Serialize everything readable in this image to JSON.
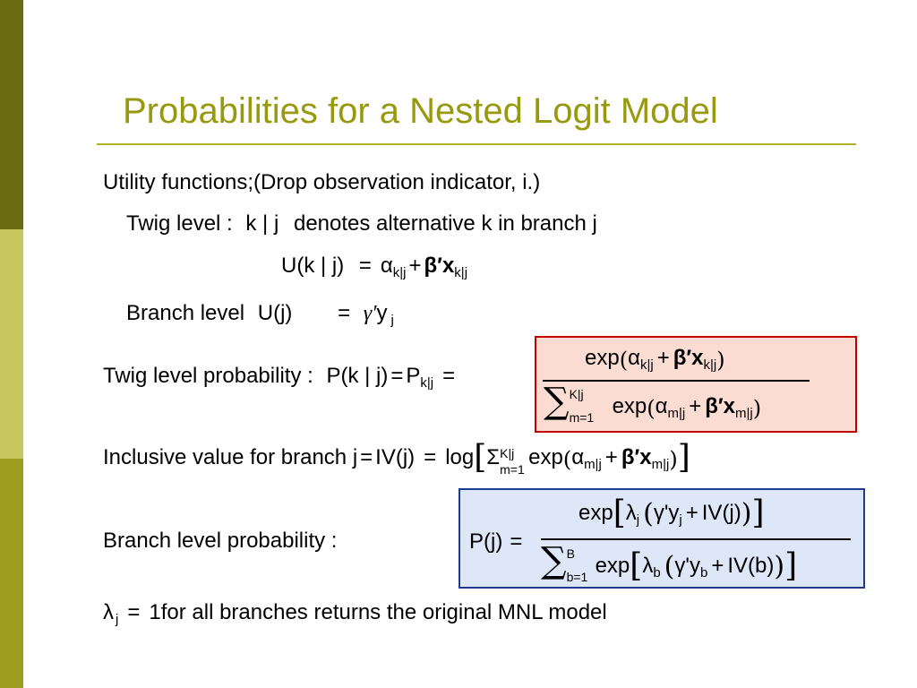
{
  "slide": {
    "title": "Probabilities for a Nested Logit Model",
    "utility_line": "Utility functions;(Drop observation indicator, i.)",
    "twig_level_label": "Twig level :",
    "twig_kj": "k | j",
    "twig_denotes": "denotes alternative k in branch j",
    "u_kj": "U(k | j)",
    "eq": "=",
    "alpha": "α",
    "sub_kj": "k|j",
    "plus": "+",
    "beta_prime": "β′",
    "x": "x",
    "branch_level_label": "Branch level",
    "u_j": "U(j)",
    "gamma_prime": "γ′",
    "y": "y",
    "sub_j": "j",
    "twig_prob_label": "Twig level probability :",
    "p_kj": "P(k | j)",
    "p": "P",
    "exp": "exp",
    "sum_top_K": "K|j",
    "sum_bot_m": "m=1",
    "sub_mj": "m|j",
    "inclusive_label": "Inclusive value for branch j",
    "iv_j": "IV(j)",
    "log": "log",
    "sigma_plain": "Σ",
    "branch_prob_label": "Branch level probability :",
    "pj": "P(j)",
    "lambda": "λ",
    "gamma_y": "γ'y",
    "iv_j_paren": "IV(j)",
    "sum_top_B": "B",
    "sum_bot_b": "b=1",
    "sub_b": "b",
    "iv_b_paren": "IV(b)",
    "one": "1",
    "final_text": "for all branches returns the original MNL model"
  },
  "colors": {
    "title": "#999910",
    "box1_fill": "#FBDCD2",
    "box1_border": "#C00000",
    "box2_fill": "#DDE7F8",
    "box2_border": "#1F3B8C"
  }
}
